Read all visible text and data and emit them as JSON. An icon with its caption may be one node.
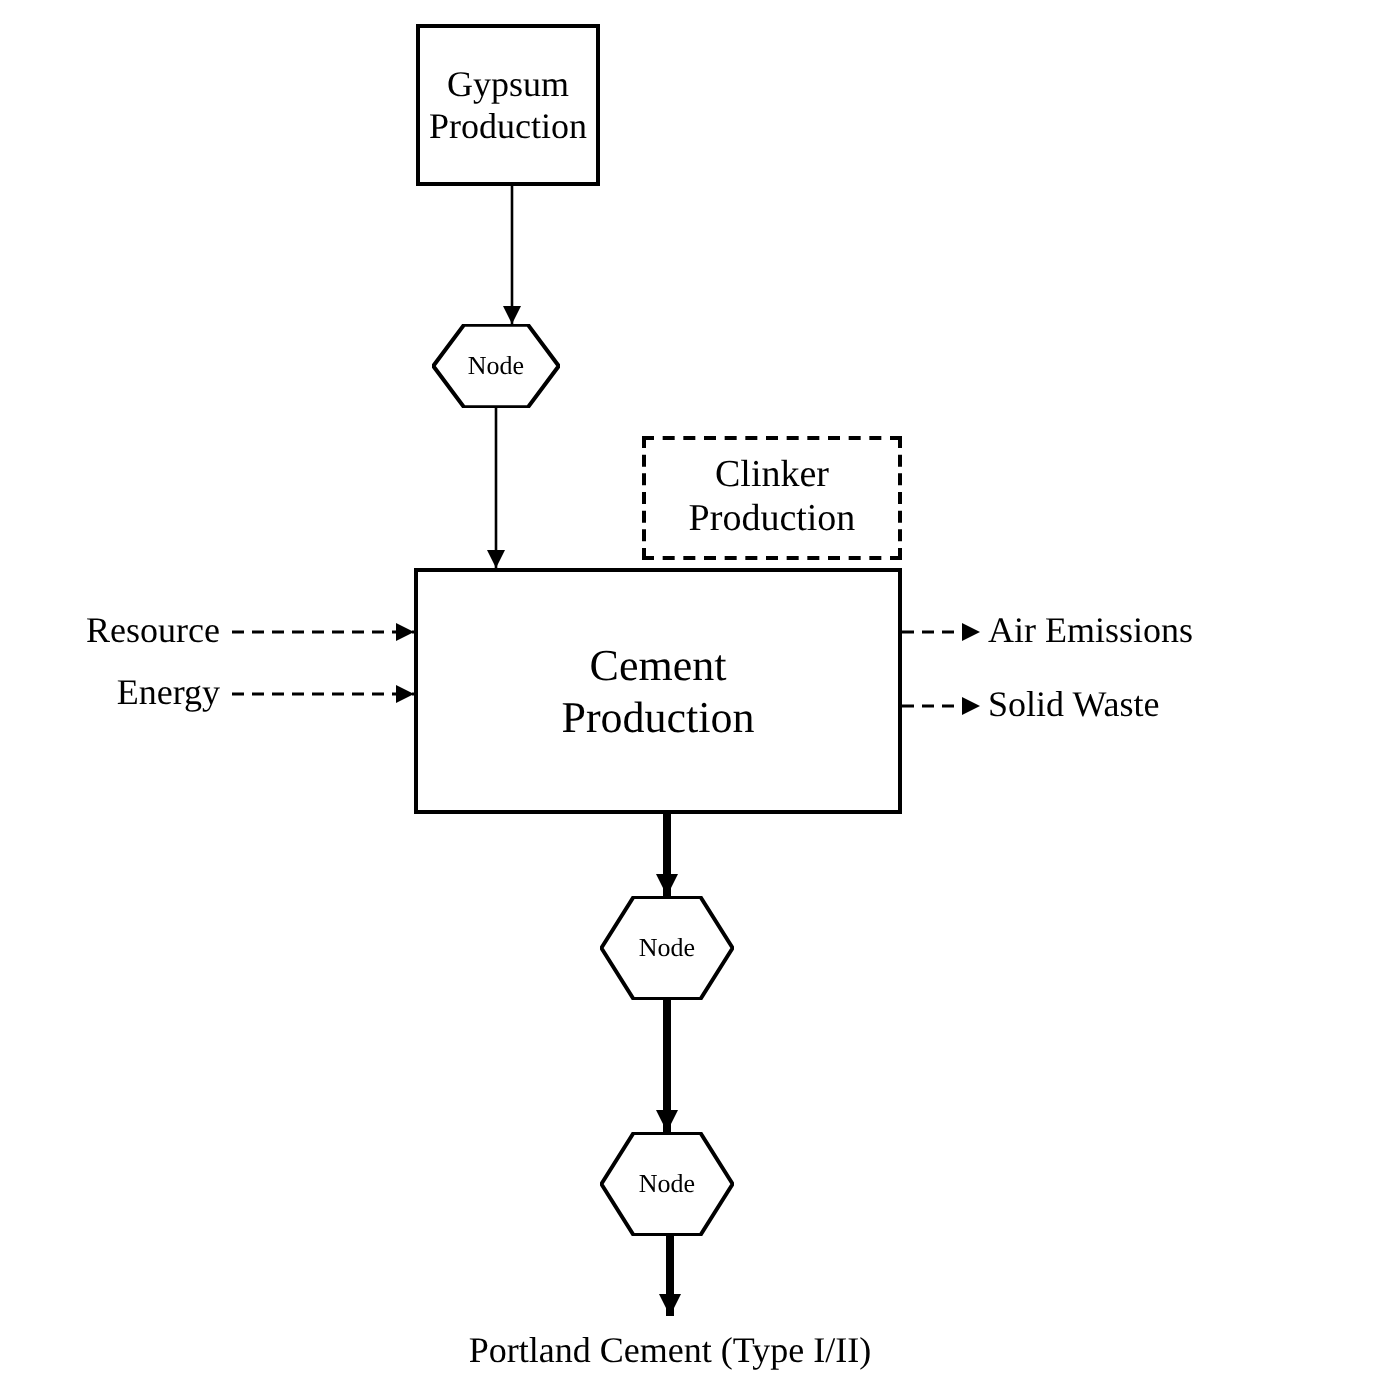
{
  "diagram": {
    "nodes": [
      {
        "text": [
          "Gypsum Production"
        ]
      },
      {
        "text": [
          "Node"
        ]
      },
      {
        "text": [
          "Clinker Production"
        ]
      },
      {
        "text": [
          "Cement Production"
        ]
      },
      {
        "text": [
          "Resource"
        ]
      },
      {
        "text": [
          "Energy"
        ]
      },
      {
        "text": [
          "Air Emissions"
        ]
      },
      {
        "text": [
          "Solid Waste"
        ]
      },
      {
        "text": [
          "Node"
        ]
      },
      {
        "text": [
          "Node"
        ]
      },
      {
        "text": [
          "Portland Cement (Type I/II)"
        ]
      }
    ],
    "edges": [
      {
        "from": 0,
        "to": 1,
        "arrow": "to"
      },
      {
        "from": 1,
        "to": 3,
        "arrow": "to"
      },
      {
        "from": 4,
        "to": 3,
        "arrow": "to",
        "style": "dashed"
      },
      {
        "from": 5,
        "to": 3,
        "arrow": "to",
        "style": "dashed"
      },
      {
        "from": 3,
        "to": 6,
        "arrow": "to",
        "style": "dashed"
      },
      {
        "from": 3,
        "to": 7,
        "arrow": "to",
        "style": "dashed"
      },
      {
        "from": 3,
        "to": 8,
        "arrow": "to",
        "style": "thick"
      },
      {
        "from": 8,
        "to": 9,
        "arrow": "to",
        "style": "thick"
      },
      {
        "from": 9,
        "to": 10,
        "arrow": "to",
        "style": "thick"
      }
    ]
  }
}
